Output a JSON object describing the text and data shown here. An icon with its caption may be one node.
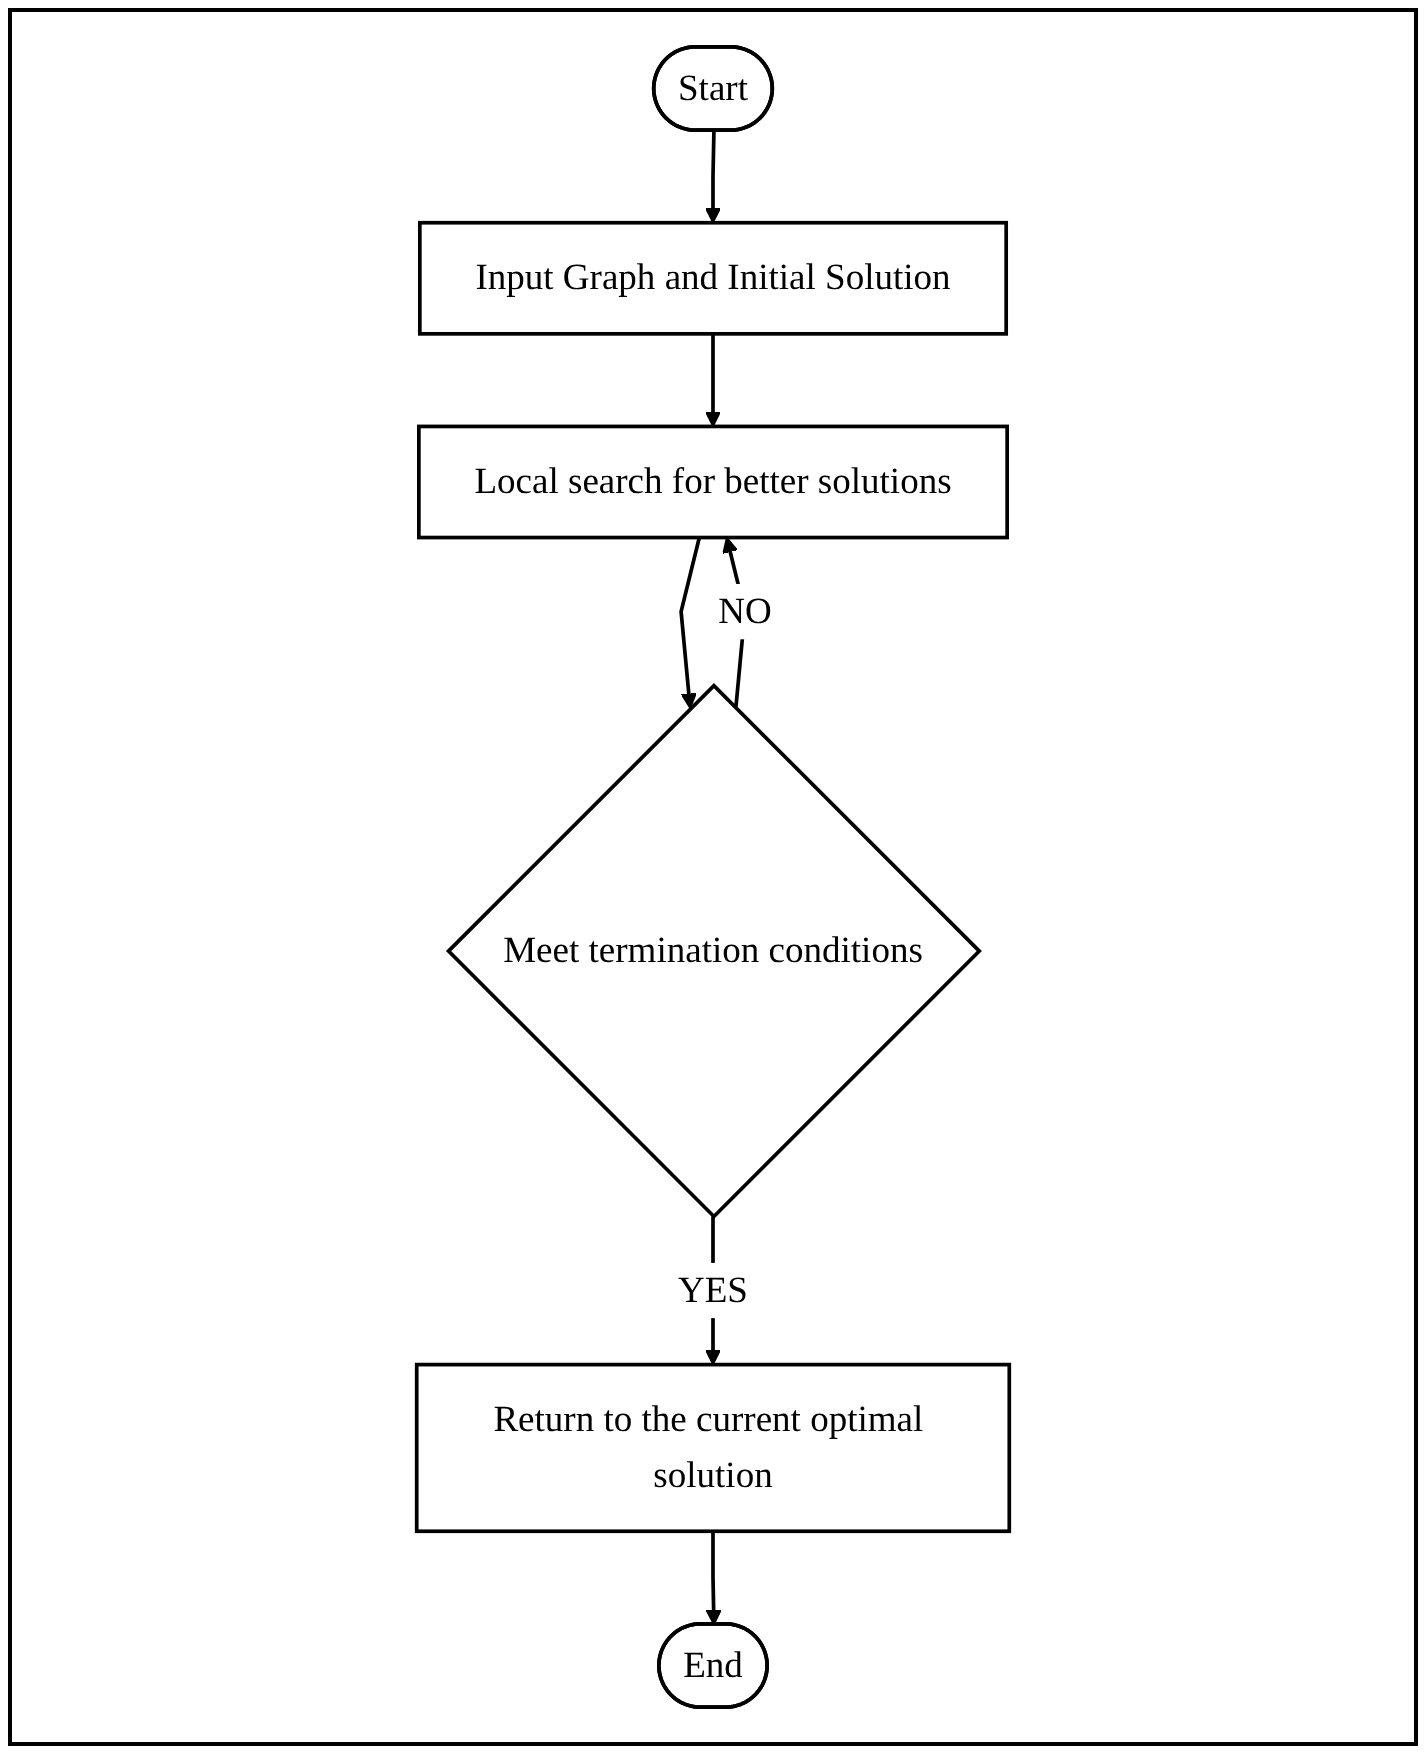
{
  "diagram": {
    "nodes": [
      {
        "text": [
          "Start"
        ]
      },
      {
        "text": [
          "Input Graph and Initial Solution"
        ]
      },
      {
        "text": [
          "Local search for better solutions"
        ]
      },
      {
        "text": [
          "Meet termination conditions"
        ]
      },
      {
        "text": [
          "Return to the current optimal solution"
        ]
      },
      {
        "text": [
          "End"
        ]
      }
    ],
    "edges": [
      {
        "from": 0,
        "to": 1,
        "arrow": "to"
      },
      {
        "from": 1,
        "to": 2,
        "arrow": "to"
      },
      {
        "from": 2,
        "to": 3,
        "arrow": "to"
      },
      {
        "from": 3,
        "to": 2,
        "label": "NO",
        "arrow": "to"
      },
      {
        "from": 3,
        "to": 4,
        "label": "YES",
        "arrow": "to"
      },
      {
        "from": 4,
        "to": 5,
        "arrow": "to"
      }
    ]
  }
}
